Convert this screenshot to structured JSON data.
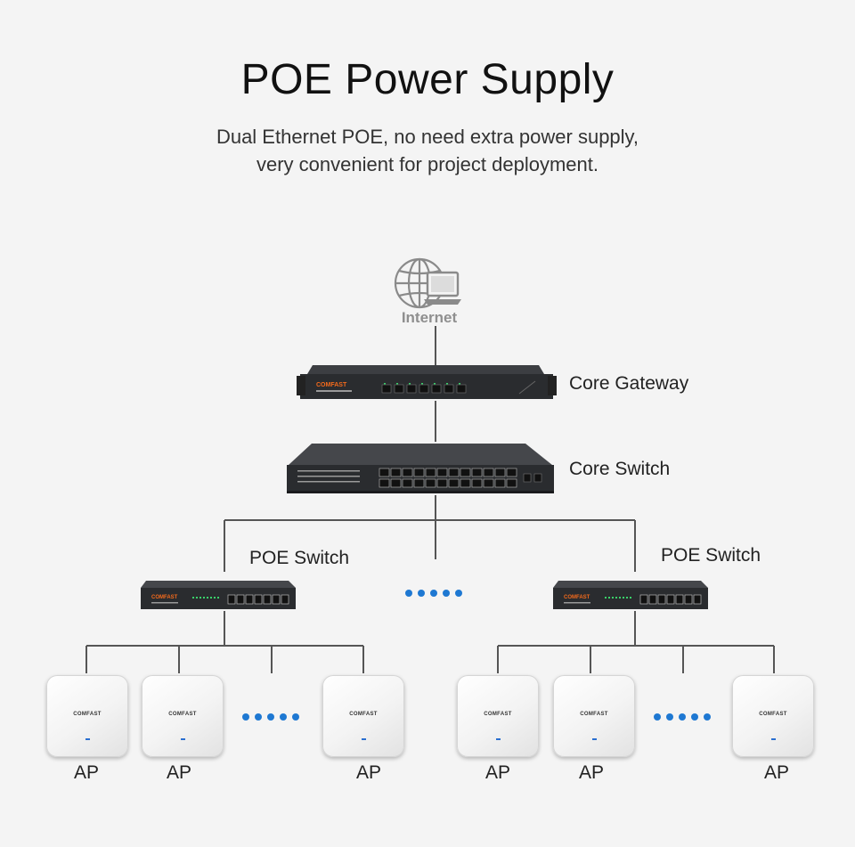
{
  "header": {
    "title": "POE Power Supply",
    "subtitle_line1": "Dual Ethernet POE, no need extra power supply,",
    "subtitle_line2": "very convenient for project deployment."
  },
  "nodes": {
    "internet": {
      "label": "Internet",
      "icon": "globe-computer-icon"
    },
    "core_gateway": {
      "label": "Core Gateway",
      "brand": "COMFAST"
    },
    "core_switch": {
      "label": "Core Switch"
    },
    "poe_switch_left": {
      "label": "POE Switch",
      "brand": "COMFAST"
    },
    "poe_switch_right": {
      "label": "POE Switch",
      "brand": "COMFAST"
    },
    "ap_label": "AP",
    "ap_brand": "COMFAST"
  },
  "colors": {
    "background": "#f4f4f4",
    "wire": "#555555",
    "ellipsis_dots": "#1e78d2",
    "device_body": "#2b2d30",
    "brand_orange": "#f36a1c"
  }
}
